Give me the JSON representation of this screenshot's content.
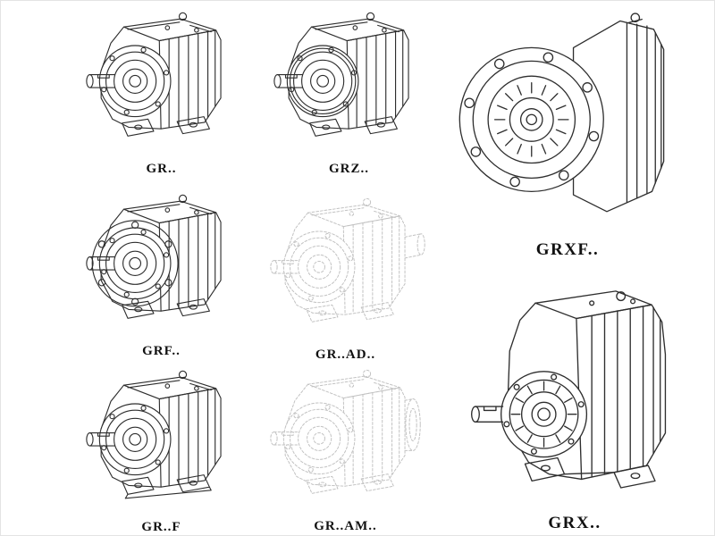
{
  "page": {
    "background_color": "#ffffff",
    "line_color": "#2e2e2e",
    "ghost_line_color": "#c2c2c2",
    "label_color": "#111111"
  },
  "figures": [
    {
      "id": "gr",
      "label": "GR..",
      "style": "solid"
    },
    {
      "id": "grz",
      "label": "GRZ..",
      "style": "solid"
    },
    {
      "id": "grxf",
      "label": "GRXF..",
      "style": "solid"
    },
    {
      "id": "grf",
      "label": "GRF..",
      "style": "solid"
    },
    {
      "id": "gr-ad",
      "label": "GR..AD..",
      "style": "ghost"
    },
    {
      "id": "grx",
      "label": "GRX..",
      "style": "solid"
    },
    {
      "id": "gr-f",
      "label": "GR..F",
      "style": "solid"
    },
    {
      "id": "gr-am",
      "label": "GR..AM..",
      "style": "ghost"
    }
  ]
}
